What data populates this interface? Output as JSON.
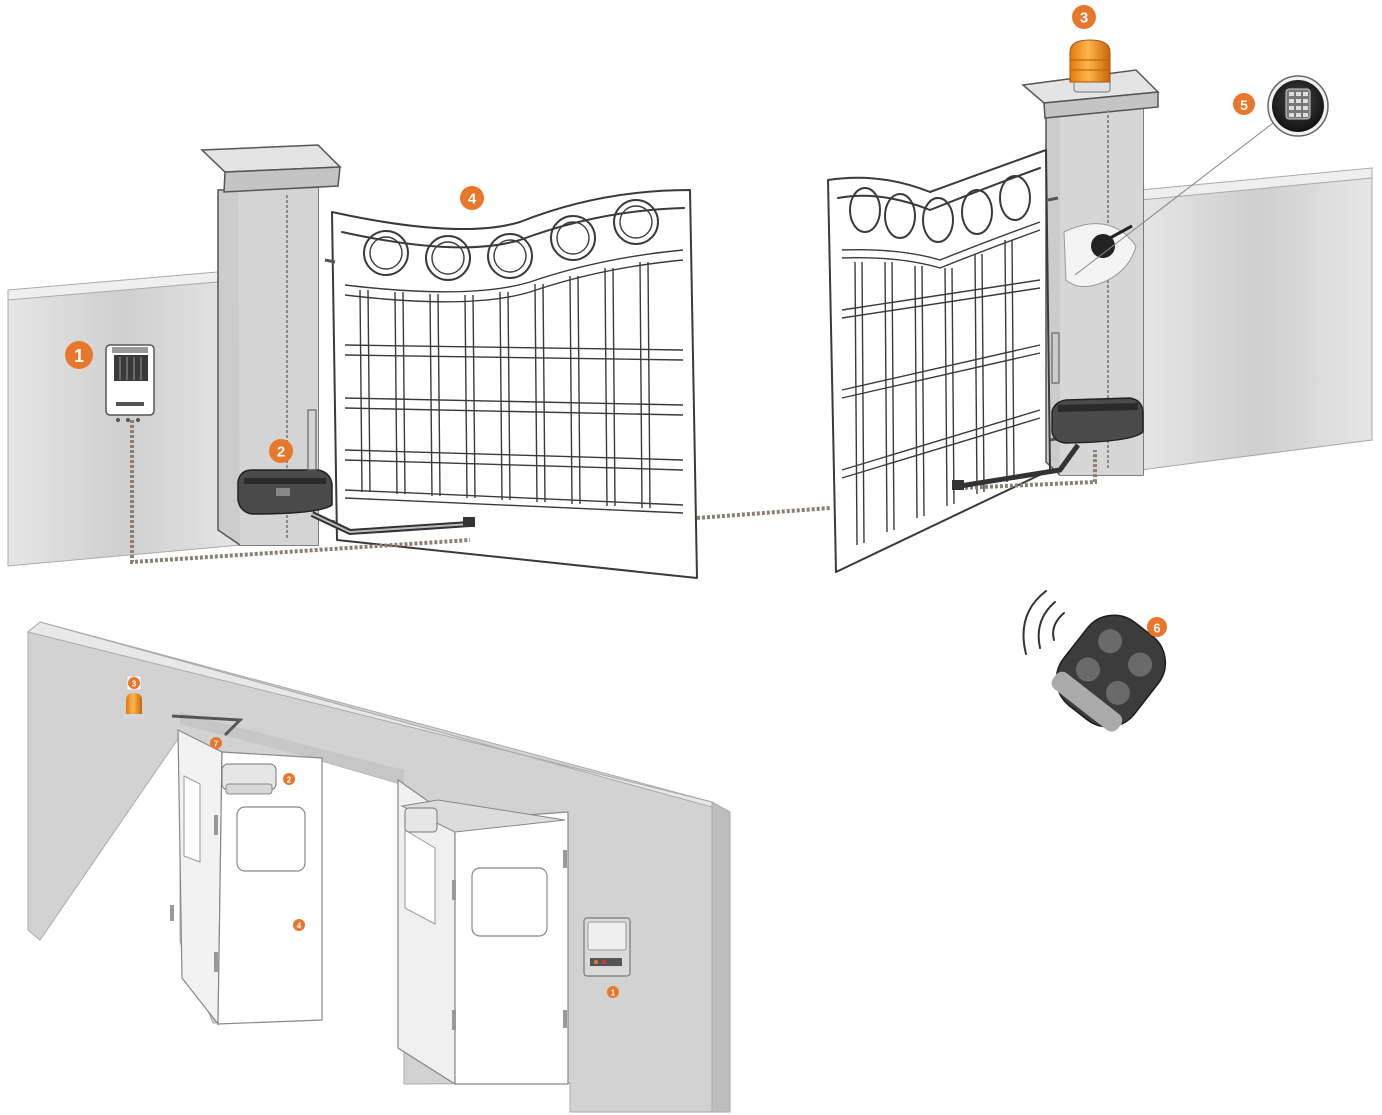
{
  "colors": {
    "accent": "#e8762b",
    "wall": "#d6d6d6",
    "wall_top": "#f0f0f0",
    "pillar": "#cfcfcf",
    "motor": "#4a4a4a",
    "lamp": "#f08a1c"
  },
  "top_scene": {
    "labels": {
      "control_box": "1",
      "left_motor": "2",
      "warning_lamp": "3",
      "gate_leaf": "4",
      "keypad": "5",
      "remote": "6"
    }
  },
  "bottom_scene": {
    "labels": {
      "warning_lamp": "3",
      "arm": "7",
      "motor": "2",
      "door_leaf": "4",
      "control_box": "1"
    }
  },
  "icons": [
    "control-box-icon",
    "gate-motor-icon",
    "warning-lamp-icon",
    "keypad-icon",
    "remote-control-icon",
    "signal-waves-icon"
  ]
}
